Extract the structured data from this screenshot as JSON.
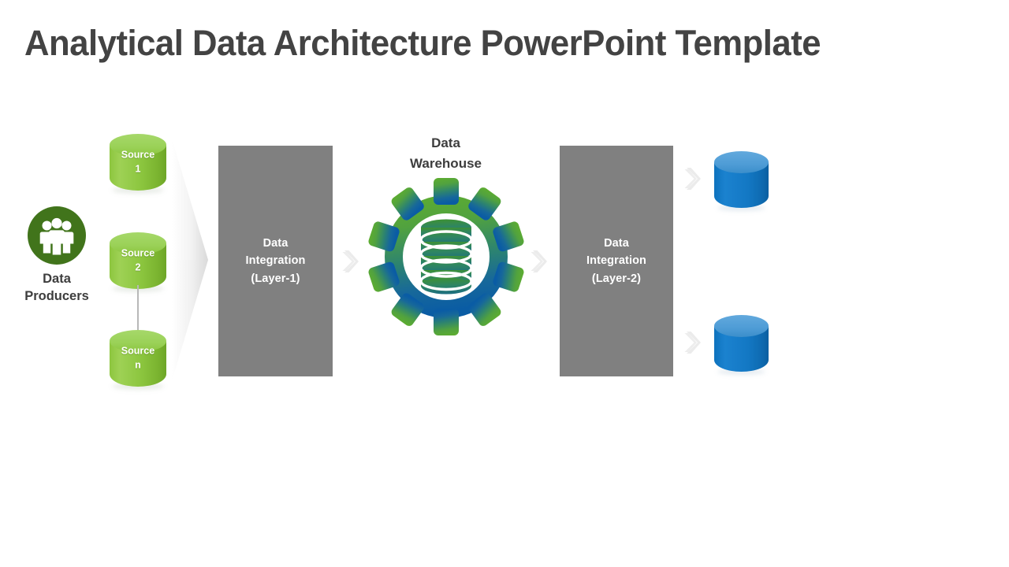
{
  "title": "Analytical Data Architecture PowerPoint Template",
  "producers": {
    "label": "Data\nProducers",
    "label_line1": "Data",
    "label_line2": "Producers",
    "icon": "people-group-icon",
    "color": "#41741b"
  },
  "sources": [
    {
      "name_line1": "Source",
      "name_line2": "1",
      "color": "#8cc63f",
      "icon": "database-cylinder-icon"
    },
    {
      "name_line1": "Source",
      "name_line2": "2",
      "color": "#8cc63f",
      "icon": "database-cylinder-icon"
    },
    {
      "name_line1": "Source",
      "name_line2": "n",
      "color": "#8cc63f",
      "icon": "database-cylinder-icon"
    }
  ],
  "funnel": {
    "icon": "funnel-arrow-icon",
    "color": "#e6e6e6"
  },
  "integration_layers": [
    {
      "line1": "Data",
      "line2": "Integration",
      "line3": "(Layer-1)",
      "color": "#808080"
    },
    {
      "line1": "Data",
      "line2": "Integration",
      "line3": "(Layer-2)",
      "color": "#808080"
    }
  ],
  "warehouse": {
    "label_line1": "Data",
    "label_line2": "Warehouse",
    "icon": "gear-database-icon",
    "gradient_top": "#5aa832",
    "gradient_bottom": "#0b5fa0"
  },
  "arrows": {
    "icon": "chevron-right-icon",
    "color": "#ebebeb",
    "count": 4
  },
  "outputs": [
    {
      "icon": "database-cylinder-icon",
      "color": "#1378c4"
    },
    {
      "icon": "database-cylinder-icon",
      "color": "#1378c4"
    }
  ]
}
